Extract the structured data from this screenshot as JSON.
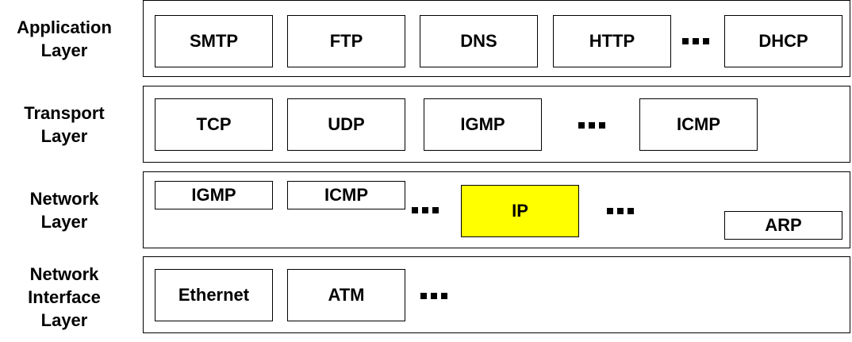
{
  "layers": {
    "application": {
      "label": "Application\nLayer",
      "protocols": [
        "SMTP",
        "FTP",
        "DNS",
        "HTTP",
        "DHCP"
      ]
    },
    "transport": {
      "label": "Transport\nLayer",
      "protocols": [
        "TCP",
        "UDP",
        "IGMP",
        "ICMP"
      ]
    },
    "network": {
      "label": "Network\nLayer",
      "protocols": [
        "IGMP",
        "ICMP",
        "IP",
        "ARP"
      ],
      "highlight_color": "#ffff00"
    },
    "network_interface": {
      "label": "Network\nInterface\nLayer",
      "protocols": [
        "Ethernet",
        "ATM"
      ]
    }
  }
}
